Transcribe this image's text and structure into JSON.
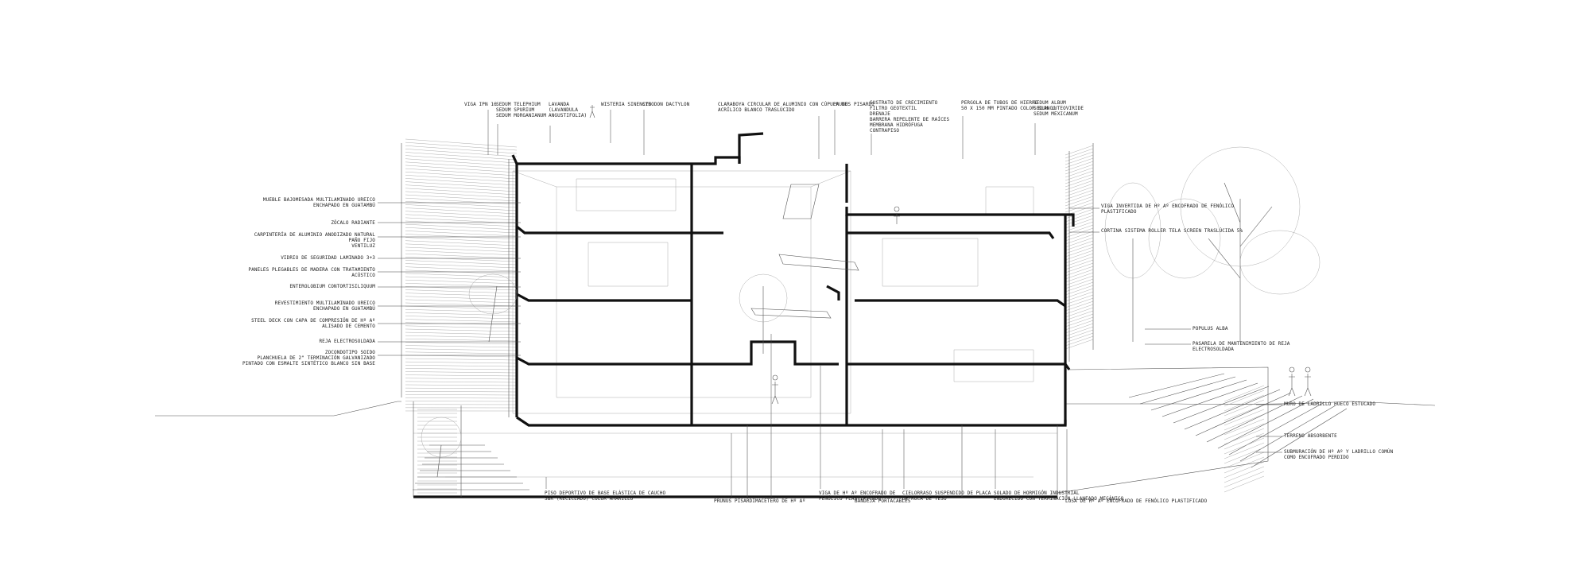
{
  "top_labels": [
    {
      "lines": [
        "VIGA IPN 16"
      ]
    },
    {
      "lines": [
        "SEDUM TELEPHIUM",
        "SEDUM SPURIUM",
        "SEDUM MORGANIANUM"
      ]
    },
    {
      "lines": [
        "LAVANDA",
        "(LAVANDULA",
        "ANGUSTIFOLIA)"
      ]
    },
    {
      "lines": [
        "WISTERIA SINENSIS"
      ]
    },
    {
      "lines": [
        "CYNODON DACTYLON"
      ]
    },
    {
      "lines": [
        "CLARABOYA CIRCULAR DE ALUMINIO CON CÚPULA DE",
        "ACRÍLICO BLANCO TRASLÚCIDO"
      ]
    },
    {
      "lines": [
        "PRUNUS PISARDI"
      ]
    },
    {
      "lines": [
        "SUSTRATO DE CRECIMIENTO",
        "FILTRO GEOTEXTIL",
        "DRENAJE",
        "BARRERA REPELENTE DE RAÍCES",
        "MEMBRANA HIDRÓFUGA",
        "CONTRAPISO"
      ]
    },
    {
      "lines": [
        "PERGOLA DE TUBOS DE HIERRO",
        "50 X 150 MM PINTADO COLOR BLANCO"
      ]
    },
    {
      "lines": [
        "SEDUM ALBUM",
        "SEDUM LUTEOVIRIDE",
        "SEDUM MEXICANUM"
      ]
    }
  ],
  "left_labels": [
    {
      "lines": [
        "MUEBLE BAJOMESADA MULTILAMINADO UREICO",
        "ENCHAPADO EN GUATAMBÚ"
      ]
    },
    {
      "lines": [
        "ZÓCALO RADIANTE"
      ]
    },
    {
      "lines": [
        "CARPINTERÍA DE ALUMINIO ANODIZADO NATURAL",
        "PAÑO FIJO",
        "VENTILUZ"
      ]
    },
    {
      "lines": [
        "VIDRIO DE SEGURIDAD LAMINADO 3+3"
      ]
    },
    {
      "lines": [
        "PANELES PLEGABLES DE MADERA CON TRATAMIENTO",
        "ACÚSTICO"
      ]
    },
    {
      "lines": [
        "ENTEROLOBIUM CONTORTISILIQUUM"
      ]
    },
    {
      "lines": [
        "REVESTIMIENTO MULTILAMINADO UREICO",
        "ENCHAPADO EN GUATAMBÚ"
      ]
    },
    {
      "lines": [
        "STEEL DECK CON CAPA DE COMPRESIÓN DE Hº Aº",
        "ALISADO DE CEMENTO"
      ]
    },
    {
      "lines": [
        "REJA ELECTROSOLDADA"
      ]
    },
    {
      "lines": [
        "ZOCONDOTIPO SOIDO",
        "PLANCHUELA DE 2\" TERMINACIÓN GALVANIZADO",
        "PINTADO CON ESMALTE SINTÉTICO BLANCO SIN BASE"
      ]
    }
  ],
  "right_labels": [
    {
      "lines": [
        "VIGA INVERTIDA DE Hº Aº ENCOFRADO DE FENÓLICO",
        "PLASTIFICADO"
      ]
    },
    {
      "lines": [
        "CORTINA SISTEMA ROLLER TELA SCREEN TRASLÚCIDA 5%"
      ]
    },
    {
      "lines": [
        "POPULUS ALBA"
      ]
    },
    {
      "lines": [
        "PASARELA DE MANTENIMIENTO DE REJA",
        "ELECTROSOLDADA"
      ]
    },
    {
      "lines": [
        "MURO DE LADRILLO HUECO ESTUCADO"
      ]
    },
    {
      "lines": [
        "TERRENO ABSORBENTE"
      ]
    },
    {
      "lines": [
        "SUBMURACIÓN DE Hº Aº Y LADRILLO COMÚN",
        "COMO ENCOFRADO PERDIDO"
      ]
    }
  ],
  "bottom_labels": [
    {
      "lines": [
        "PISO DEPORTIVO DE BASE ELÁSTICA DE CAUCHO",
        "SBR (RECICLADO) COLOR AMARILLO"
      ]
    },
    {
      "lines": [
        "PRUNUS PISARDI"
      ]
    },
    {
      "lines": [
        "MACETERO DE Hº Aº"
      ]
    },
    {
      "lines": [
        "VIGA DE Hº Aº ENCOFRADO DE",
        "FENÓLICO PLASTIFICADO"
      ]
    },
    {
      "lines": [
        "BANDEJA PORTACABLES"
      ]
    },
    {
      "lines": [
        "CIELORRASO SUSPENDIDO DE PLACA",
        "DE ROCA DE YESO"
      ]
    },
    {
      "lines": [
        "SOLADO DE HORMIGÓN INDUSTRIAL",
        "ENDURECIDO CON TERMINACIÓN LLANEADO MECÁNICO"
      ]
    },
    {
      "lines": [
        "LOSA DE Hº Aº ENCOFRADO DE FENÓLICO PLASTIFICADO"
      ]
    }
  ]
}
